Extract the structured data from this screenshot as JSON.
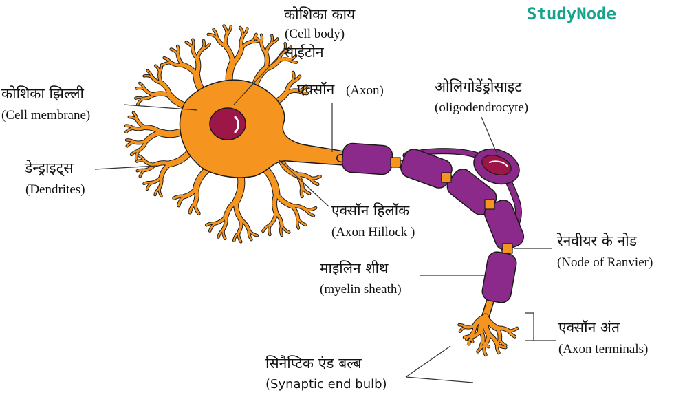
{
  "brand": {
    "text": "StudyNode",
    "color": "#14a38b"
  },
  "colors": {
    "neuron": "#f5941e",
    "neuron_stroke": "#1a1a1a",
    "myelin": "#8b2a8a",
    "nucleus": "#9c1648",
    "leader": "#333333"
  },
  "labels": {
    "cell_body": {
      "hi": "कोशिका काय",
      "en": "(Cell body)"
    },
    "cyton": {
      "hi": "साईटोन"
    },
    "cell_membrane": {
      "hi": "कोशिका झिल्ली",
      "en": "(Cell membrane)"
    },
    "axon": {
      "hi": "एक्सॉन",
      "en": "(Axon)"
    },
    "oligodendrocyte": {
      "hi": "ओलिगोडेंड्रोसाइट",
      "en": "(oligodendrocyte)"
    },
    "dendrites": {
      "hi": "डेन्ड्राइट्स",
      "en": "(Dendrites)"
    },
    "axon_hillock": {
      "hi": "एक्सॉन हिलॉक",
      "en": "(Axon Hillock )"
    },
    "node_of_ranvier": {
      "hi": "रेनवीयर के नोड",
      "en": "(Node of Ranvier)"
    },
    "myelin_sheath": {
      "hi": "माइलिन शीथ",
      "en": "(myelin sheath)"
    },
    "axon_terminals": {
      "hi": "एक्सॉन अंत",
      "en": "(Axon terminals)"
    },
    "synaptic_end_bulb": {
      "hi": "सिनैप्टिक एंड बल्ब",
      "en": "(Synaptic end bulb)"
    }
  }
}
